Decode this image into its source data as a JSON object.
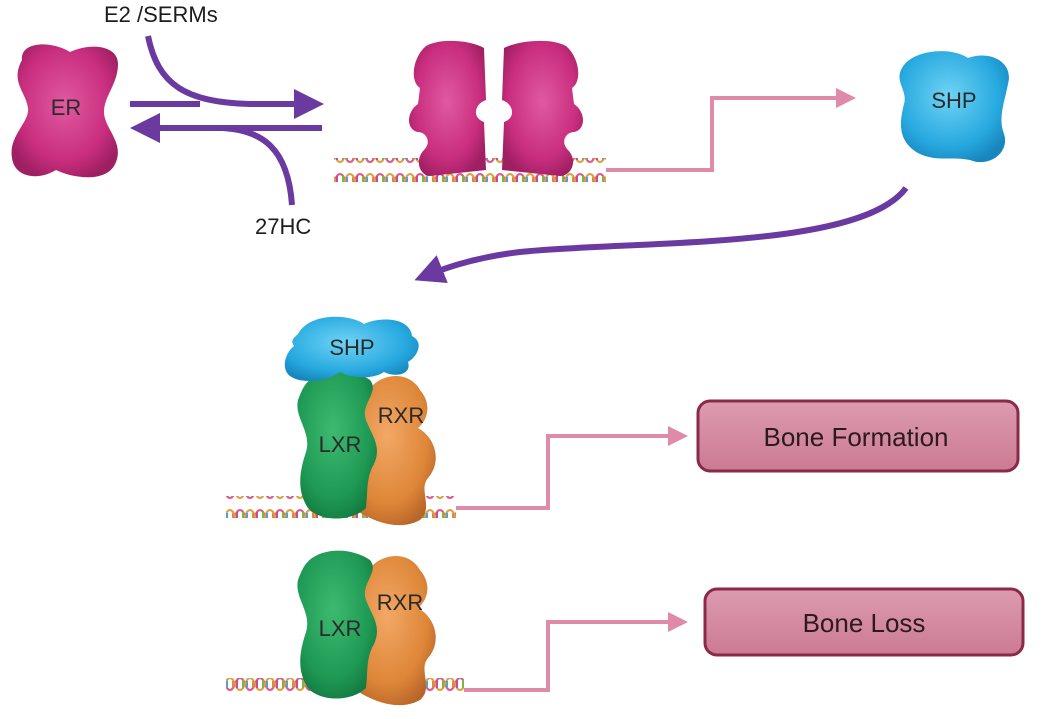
{
  "labels": {
    "ligand_top": "E2 /SERMs",
    "ligand_bottom": "27HC"
  },
  "proteins": {
    "er": "ER",
    "shp_free": "SHP",
    "shp_bound": "SHP",
    "lxr_top": "LXR",
    "rxr_top": "RXR",
    "lxr_bottom": "LXR",
    "rxr_bottom": "RXR"
  },
  "outcomes": {
    "formation": "Bone Formation",
    "loss": "Bone Loss"
  },
  "colors": {
    "er": "#d23f8c",
    "shp": "#2fb6e6",
    "lxr": "#1f9a55",
    "rxr": "#e08a3c",
    "arrow_purple": "#6a3aa0",
    "arrow_pink": "#e08aaa",
    "box_fill": "#d58ba0",
    "box_stroke": "#8a2a4a"
  }
}
